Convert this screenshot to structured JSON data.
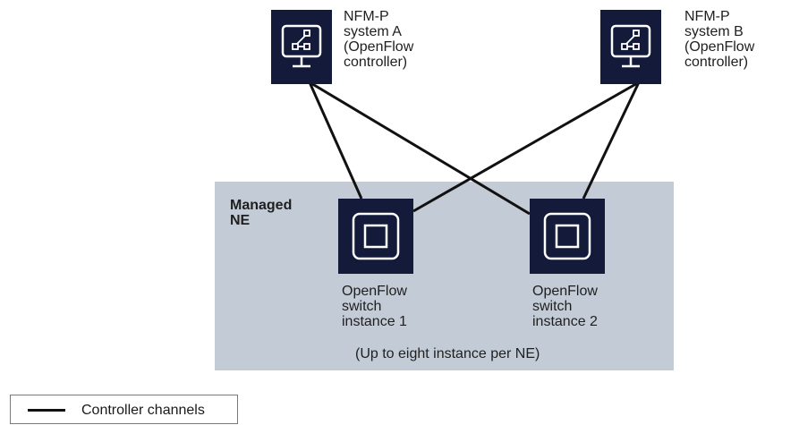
{
  "controllers": [
    {
      "label": "NFM-P\nsystem A\n(OpenFlow\ncontroller)",
      "icon": "network-monitor-icon"
    },
    {
      "label": "NFM-P\nsystem B\n(OpenFlow\ncontroller)",
      "icon": "network-monitor-icon"
    }
  ],
  "managed_ne": {
    "title": "Managed\nNE",
    "note": "(Up to eight instance per NE)",
    "switches": [
      {
        "label": "OpenFlow\nswitch\ninstance 1",
        "icon": "switch-square-icon"
      },
      {
        "label": "OpenFlow\nswitch\ninstance 2",
        "icon": "switch-square-icon"
      }
    ]
  },
  "legend": {
    "label": "Controller channels"
  },
  "colors": {
    "node_fill": "#131a3a",
    "ne_background": "#c3ccd6",
    "line": "#111111"
  }
}
